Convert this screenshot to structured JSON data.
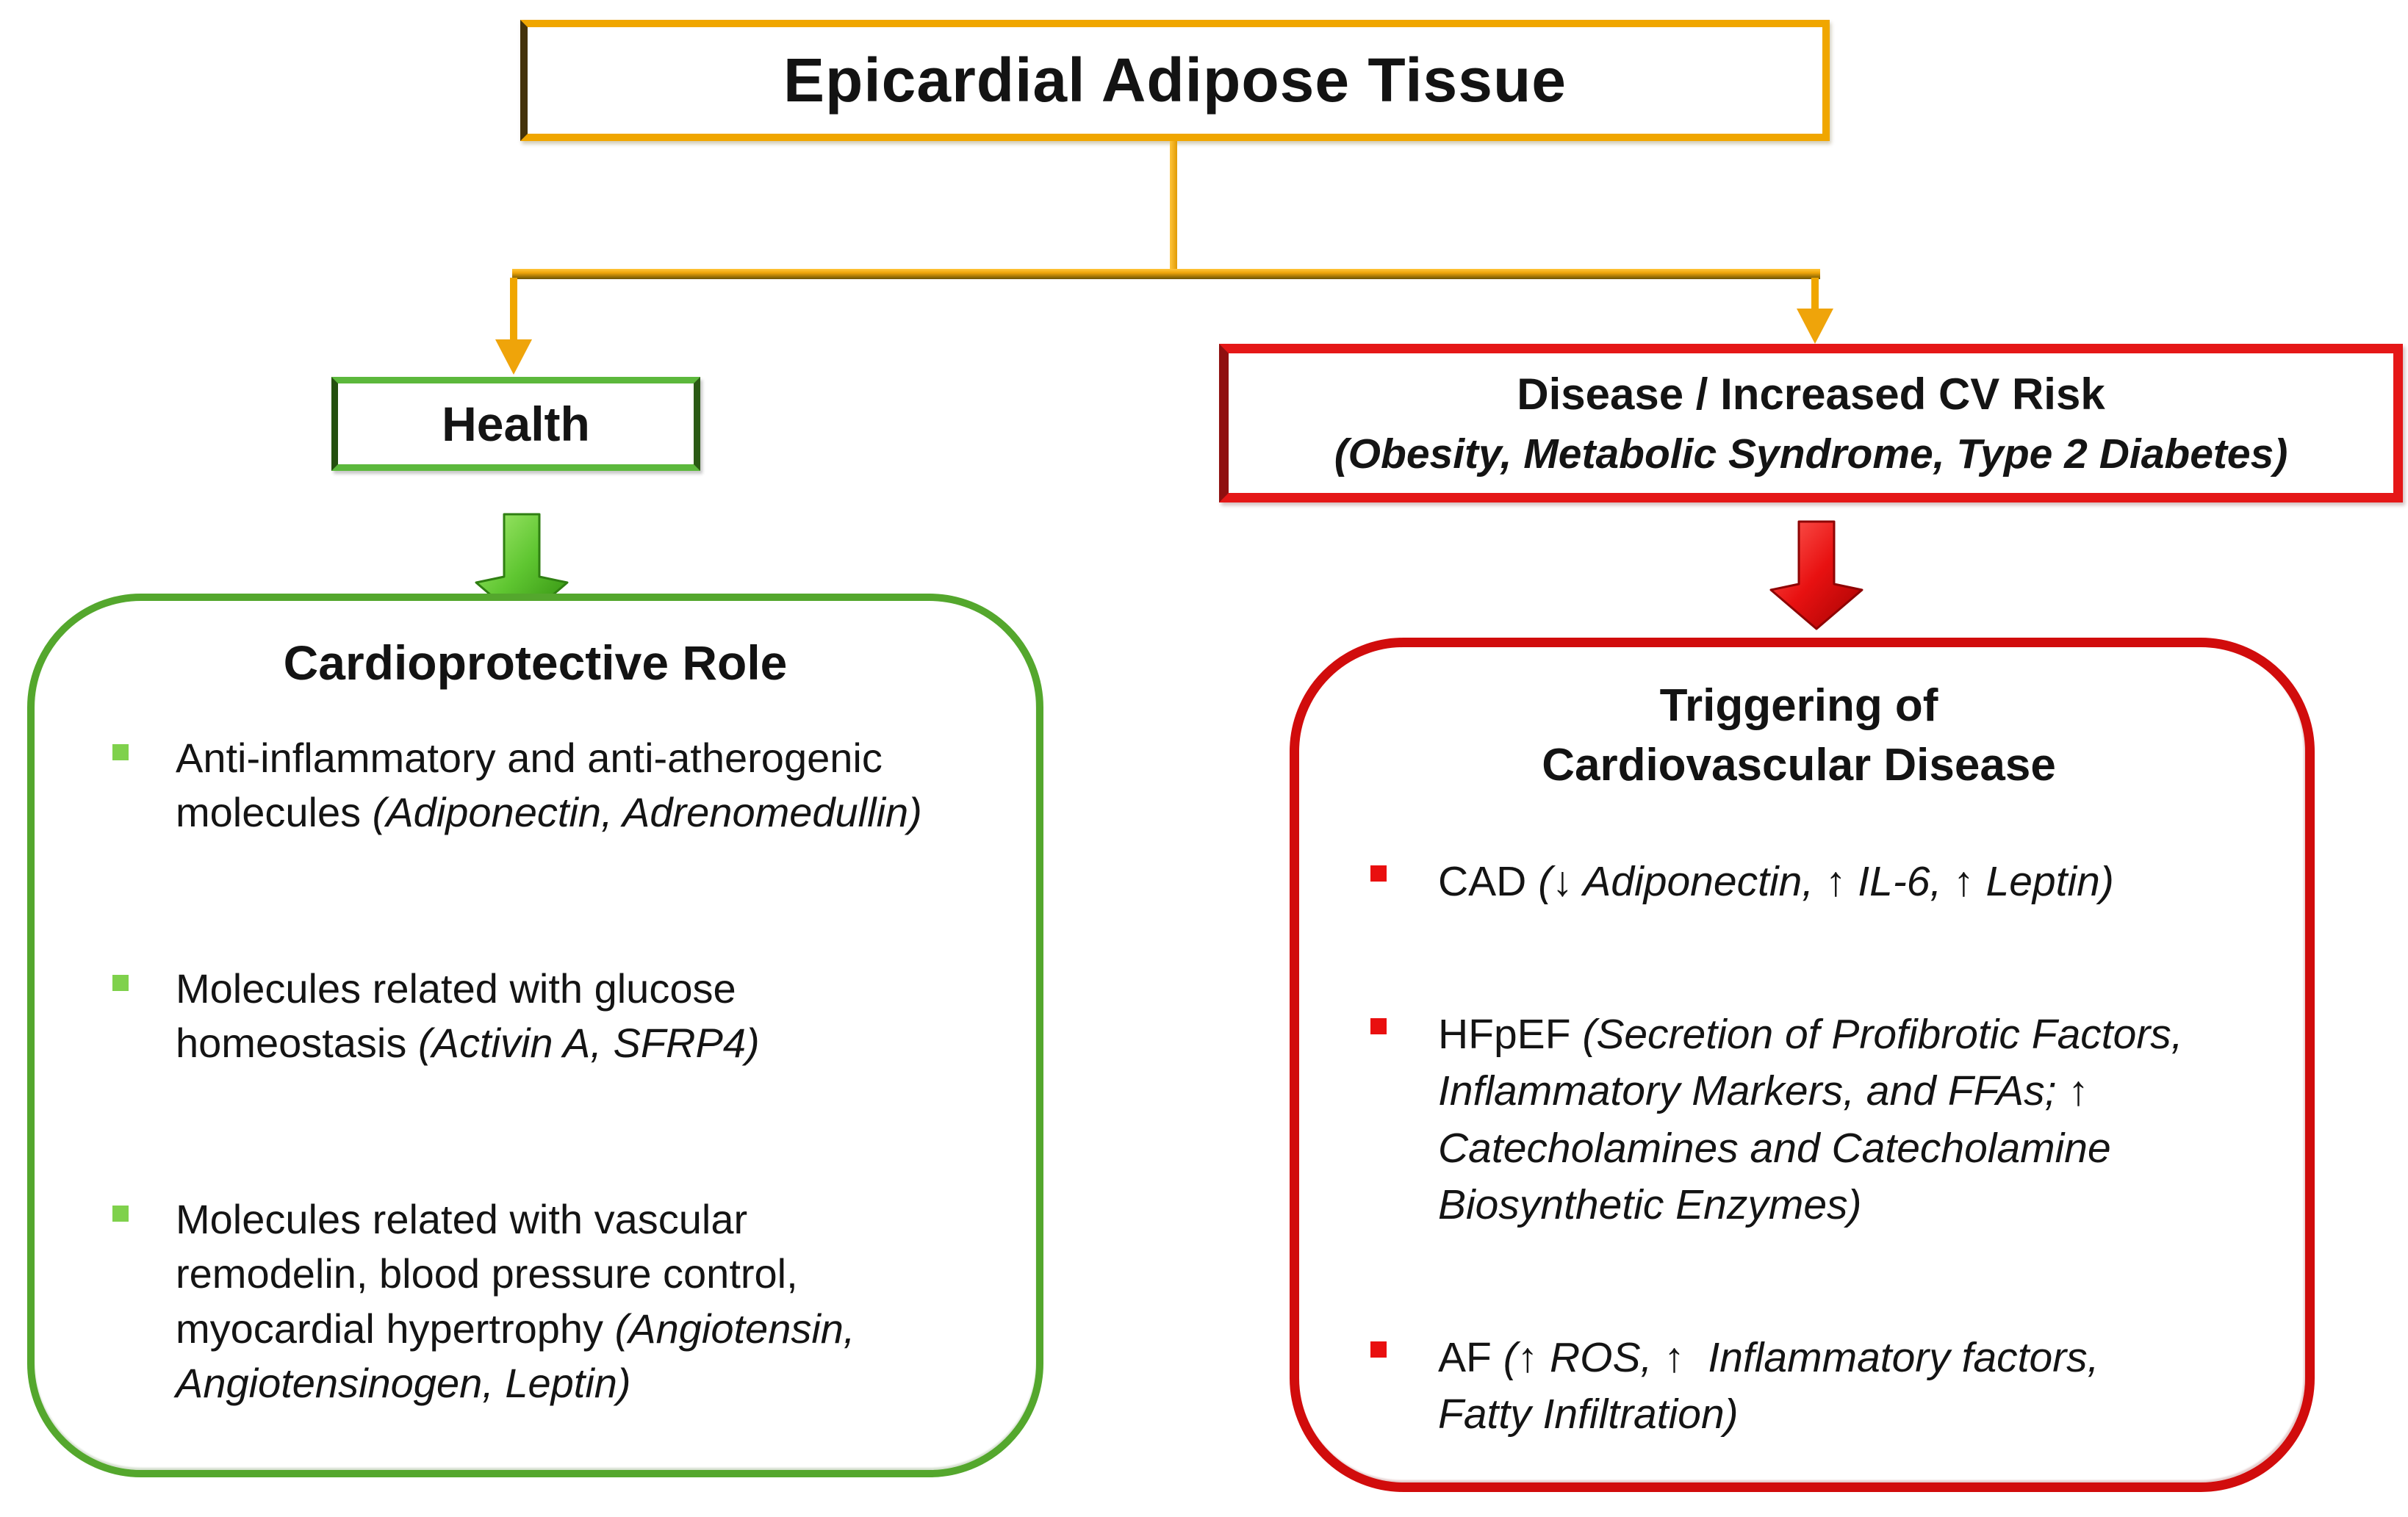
{
  "root": {
    "title": "Epicardial Adipose Tissue"
  },
  "branches": {
    "health": {
      "label": "Health"
    },
    "disease": {
      "line1": "Disease / Increased CV Risk",
      "line2": "(Obesity, Metabolic Syndrome, Type 2 Diabetes)"
    }
  },
  "cardioprotective": {
    "title": "Cardioprotective Role",
    "bullets": [
      {
        "regular": "Anti-inflammatory and anti-atherogenic molecules ",
        "italic": "(Adiponectin, Adrenomedullin)"
      },
      {
        "regular": "Molecules related with glucose homeostasis ",
        "italic": "(Activin A, SFRP4)"
      },
      {
        "regular": "Molecules related with vascular remodelin, blood pressure control, myocardial hypertrophy ",
        "italic": "(Angiotensin, Angiotensinogen, Leptin)"
      }
    ]
  },
  "triggering": {
    "title_line1": "Triggering of",
    "title_line2": "Cardiovascular Disease",
    "bullets": [
      {
        "regular": "CAD ",
        "italic": "(↓ Adiponectin, ↑ IL-6, ↑ Leptin)"
      },
      {
        "regular": "HFpEF ",
        "italic": "(Secretion of Profibrotic Factors, Inflammatory Markers, and FFAs; ↑ Catecholamines and Catecholamine Biosynthetic Enzymes)"
      },
      {
        "regular": "AF ",
        "italic": "(↑ ROS, ↑  Inflammatory factors, Fatty Infiltration)"
      }
    ]
  },
  "icons": {
    "gold_arrowhead": "▼",
    "green_block_arrow": "⬇",
    "red_block_arrow": "⬇",
    "bullet_square": "▪"
  },
  "colors": {
    "gold": "#F0A600",
    "gold_shadow": "#6B5302",
    "green_border": "#5CB83C",
    "green_panel_border": "#54A72D",
    "green_bullet": "#7FD14C",
    "green_arrow": "#46A81C",
    "red_border": "#E51717",
    "red_panel_border": "#D10C0C",
    "red_bullet": "#E90F0F",
    "red_arrow": "#C00505",
    "text": "#141414",
    "background": "#FFFFFF"
  }
}
